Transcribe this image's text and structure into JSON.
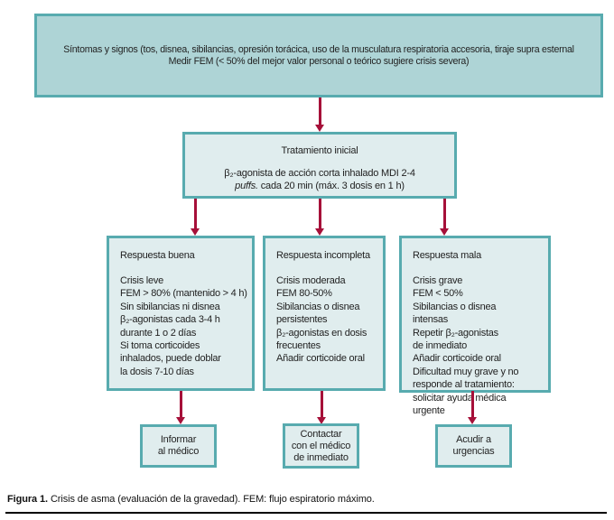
{
  "colors": {
    "box_border": "#58abaf",
    "symptoms_box_fill": "#aed4d6",
    "box_fill": "#e0edee",
    "arrow": "#a61039"
  },
  "flow": {
    "symptoms_box": {
      "line1": "Síntomas y signos (tos, disnea, sibilancias, opresión torácica, uso de la musculatura respiratoria accesoria, tiraje supra esternal",
      "line2": "Medir FEM (< 50% del mejor valor personal o teórico sugiere crisis severa)"
    },
    "treatment_box": {
      "title": "Tratamiento inicial",
      "dose_line1": "β₂-agonista de acción corta inhalado MDI 2-4",
      "dose_line2_italic": "puffs.",
      "dose_line2_rest": " cada 20 min (máx. 3 dosis en 1 h)"
    },
    "response_boxes": [
      {
        "title": "Respuesta buena",
        "lines": [
          "Crisis leve",
          "FEM > 80% (mantenido > 4 h)",
          "Sin sibilancias ni disnea",
          "β₂-agonistas cada 3-4 h",
          "durante 1 o 2 días",
          "Si toma corticoides",
          "inhalados, puede doblar",
          "la dosis 7-10 días"
        ]
      },
      {
        "title": "Respuesta incompleta",
        "lines": [
          "Crisis moderada",
          "FEM 80-50%",
          "Sibilancias o disnea",
          "persistentes",
          "β₂-agonistas en dosis",
          "frecuentes",
          "Añadir corticoide oral"
        ]
      },
      {
        "title": "Respuesta mala",
        "lines": [
          "Crisis grave",
          "FEM < 50%",
          "Sibilancias o disnea",
          "intensas",
          "Repetir β₂-agonistas",
          "de inmediato",
          "Añadir corticoide oral",
          "Dificultad muy grave y no",
          "responde al tratamiento:",
          "solicitar ayuda médica",
          "urgente"
        ]
      }
    ],
    "action_boxes": [
      {
        "lines": [
          "Informar",
          "al médico"
        ]
      },
      {
        "lines": [
          "Contactar",
          "con el médico",
          "de inmediato"
        ]
      },
      {
        "lines": [
          "Acudir a",
          "urgencias"
        ]
      }
    ]
  },
  "caption": {
    "label": "Figura 1.",
    "text": "Crisis de asma (evaluación de la gravedad). FEM: flujo espiratorio máximo."
  }
}
